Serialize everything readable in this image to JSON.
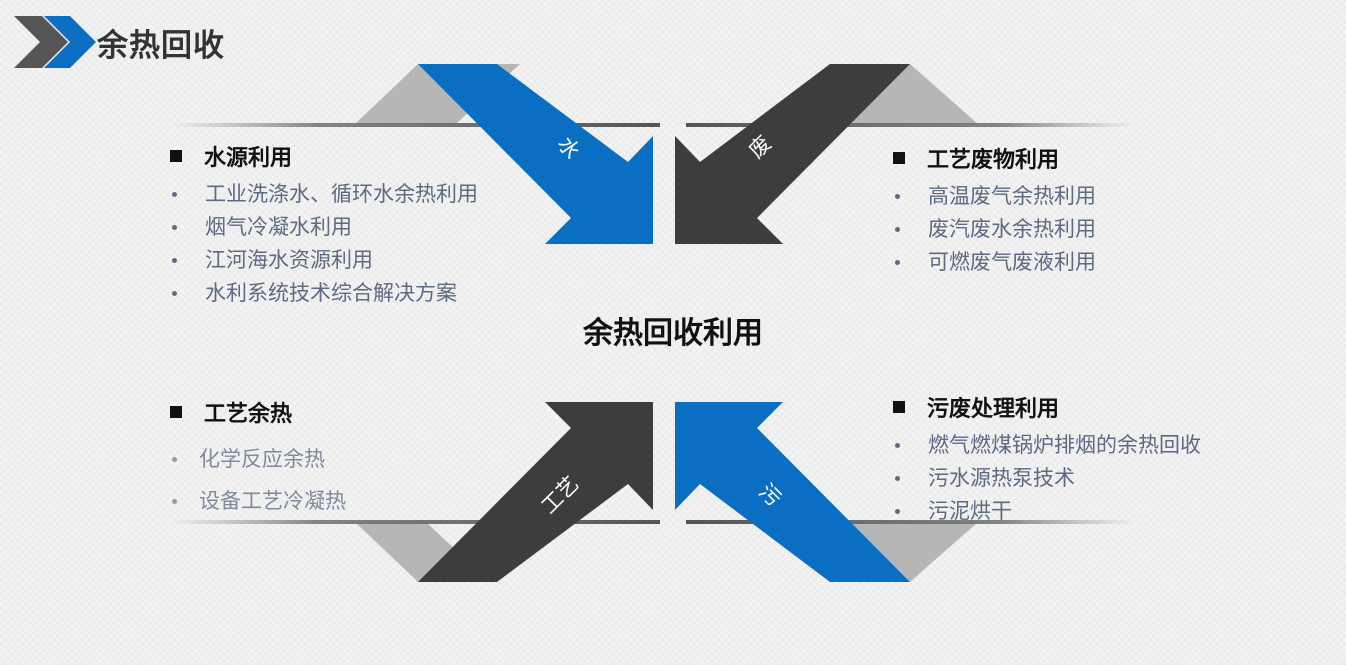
{
  "header": {
    "title": "余热回收"
  },
  "center": {
    "title": "余热回收利用"
  },
  "arrows": {
    "top_left": "水",
    "top_right": "废",
    "bottom_left": "工艺",
    "bottom_right": "污"
  },
  "colors": {
    "blue": "#0a6fc2",
    "dark": "#3d3d3d",
    "shadow": "#b6b6b6",
    "text_muted": "#5d6a82"
  },
  "sections": {
    "top_left": {
      "heading": "水源利用",
      "items": [
        "工业洗涤水、循环水余热利用",
        "烟气冷凝水利用",
        "江河海水资源利用",
        "水利系统技术综合解决方案"
      ]
    },
    "top_right": {
      "heading": "工艺废物利用",
      "items": [
        "高温废气余热利用",
        "废汽废水余热利用",
        "可燃废气废液利用"
      ]
    },
    "bottom_left": {
      "heading": "工艺余热",
      "items": [
        "化学反应余热",
        "设备工艺冷凝热"
      ]
    },
    "bottom_right": {
      "heading": "污废处理利用",
      "items": [
        "燃气燃煤锅炉排烟的余热回收",
        "污水源热泵技术",
        "污泥烘干"
      ]
    }
  }
}
